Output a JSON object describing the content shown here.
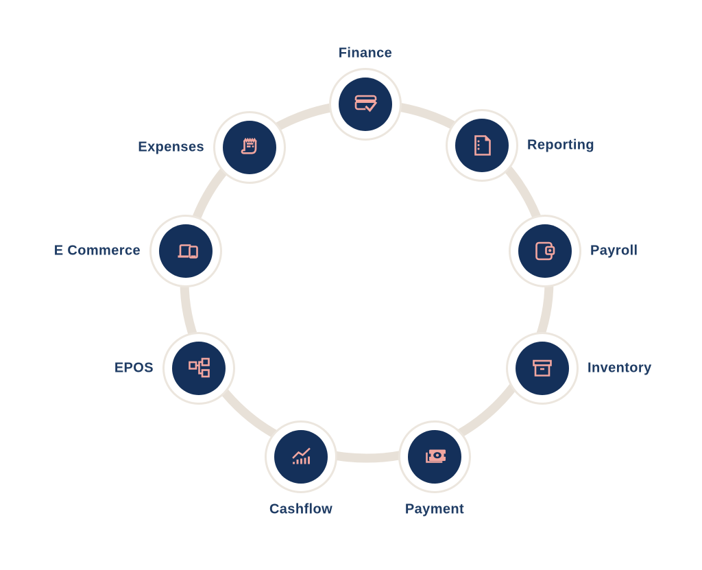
{
  "diagram": {
    "nodes": [
      {
        "label": "Finance",
        "icon": "credit-card-check-icon"
      },
      {
        "label": "Reporting",
        "icon": "report-document-icon"
      },
      {
        "label": "Payroll",
        "icon": "wallet-icon"
      },
      {
        "label": "Inventory",
        "icon": "archive-box-icon"
      },
      {
        "label": "Payment",
        "icon": "banknote-icon"
      },
      {
        "label": "Cashflow",
        "icon": "bar-line-chart-icon"
      },
      {
        "label": "EPOS",
        "icon": "network-nodes-icon"
      },
      {
        "label": "E Commerce",
        "icon": "devices-icon"
      },
      {
        "label": "Expenses",
        "icon": "receipt-icon"
      }
    ],
    "colors": {
      "node_fill": "#14305A",
      "icon_stroke": "#F2A6A0",
      "connector_ring": "#E8E1D8",
      "node_ring": "#ECE6DE",
      "label_text": "#1F3C64",
      "background": "#FFFFFF"
    }
  }
}
